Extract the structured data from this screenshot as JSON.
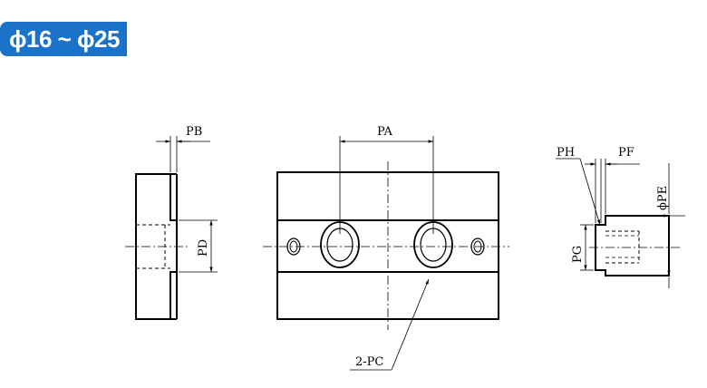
{
  "header": {
    "range_label": "ϕ16 ~ ϕ25",
    "badge_color": "#1a73c8"
  },
  "labels": {
    "pb": "PB",
    "pd": "PD",
    "pa": "PA",
    "pc": "2-PC",
    "ph": "PH",
    "pf": "PF",
    "pe": "ϕPE",
    "pg": "PG"
  }
}
